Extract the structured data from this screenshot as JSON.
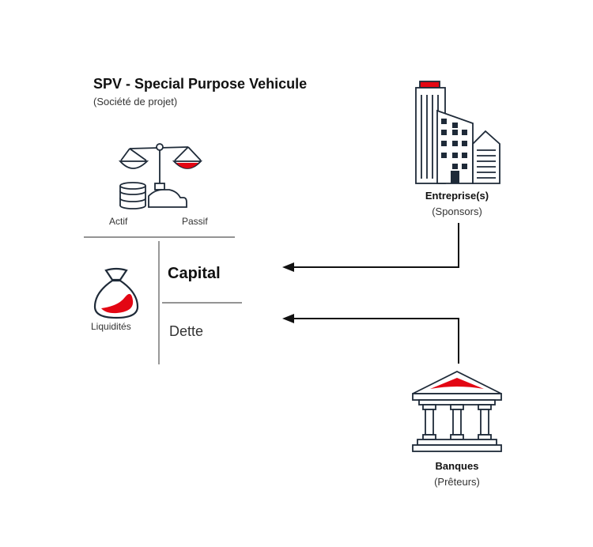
{
  "spv": {
    "title": "SPV - Special Purpose Vehicule",
    "subtitle": "(Société de projet)",
    "actif": "Actif",
    "passif": "Passif",
    "liquidites": "Liquidités",
    "capital": "Capital",
    "dette": "Dette"
  },
  "entreprises": {
    "title": "Entreprise(s)",
    "subtitle": "(Sponsors)"
  },
  "banques": {
    "title": "Banques",
    "subtitle": "(Prêteurs)"
  },
  "colors": {
    "accent": "#e30613",
    "ink": "#1e2a38",
    "line": "#111111"
  },
  "icons": [
    "scale-icon",
    "coins-icon",
    "money-bag-icon",
    "office-building-icon",
    "bank-icon"
  ]
}
